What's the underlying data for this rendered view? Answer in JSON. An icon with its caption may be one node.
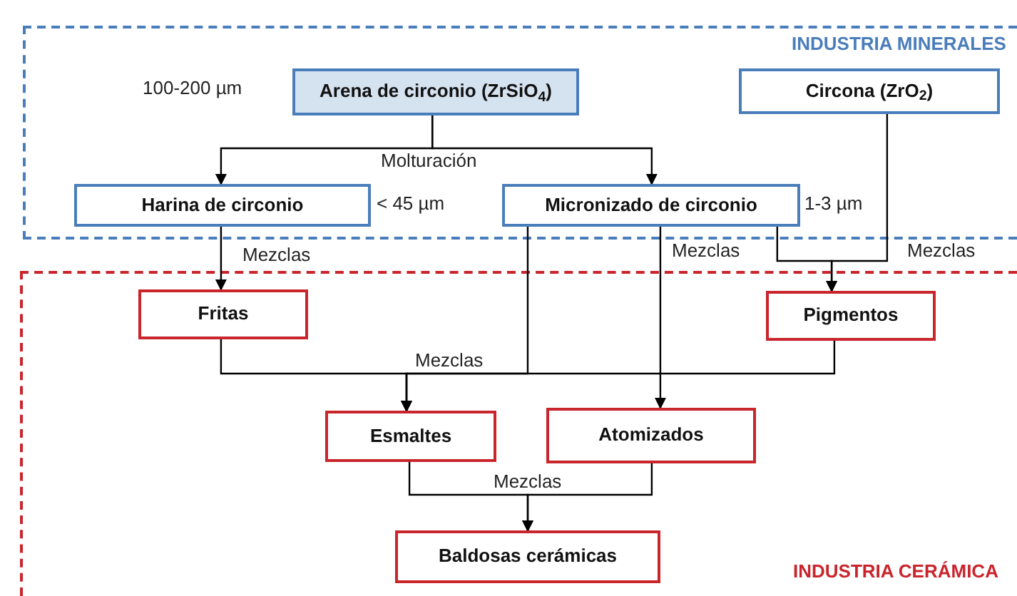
{
  "diagram": {
    "nodes": [
      {
        "text": [
          "INDUSTRIA MINERALES"
        ]
      },
      {
        "text": [
          "Arena de circonio (ZrSiO$_{4}$)"
        ],
        "in": 0,
        "beside": [
          "100-200 µm"
        ]
      },
      {
        "text": [
          "Circona (ZrO$_{2}$)"
        ],
        "in": 0
      },
      {
        "text": [
          "Harina de circonio"
        ],
        "in": 0,
        "beside": [
          "< 45 µm"
        ]
      },
      {
        "text": [
          "Micronizado de circonio"
        ],
        "in": 0,
        "beside": [
          "1-3 µm"
        ]
      },
      {
        "text": [
          "INDUSTRIA CERÁMICA"
        ]
      },
      {
        "text": [
          "Fritas"
        ],
        "in": 5
      },
      {
        "text": [
          "Pigmentos"
        ],
        "in": 5
      },
      {
        "text": [
          "Esmaltes"
        ],
        "in": 5
      },
      {
        "text": [
          "Atomizados"
        ],
        "in": 5
      },
      {
        "text": [
          "Baldosas cerámicas"
        ],
        "in": 5
      }
    ],
    "edges": [
      {
        "from": 1,
        "to": 3,
        "arrow": "to",
        "label": "Molturación"
      },
      {
        "from": 1,
        "to": 4,
        "arrow": "to"
      },
      {
        "from": 3,
        "to": 6,
        "arrow": "to",
        "label": "Mezclas"
      },
      {
        "from": 4,
        "to": 7,
        "arrow": "to"
      },
      {
        "from": 2,
        "to": 7,
        "arrow": "to",
        "label": "Mezclas"
      },
      {
        "from": 4,
        "to": 9,
        "arrow": "to",
        "label": "Mezclas"
      },
      {
        "from": 6,
        "to": 8,
        "arrow": "to",
        "label": "Mezclas"
      },
      {
        "from": 4,
        "to": 8,
        "arrow": "to"
      },
      {
        "from": 7,
        "to": 8,
        "arrow": "to"
      },
      {
        "from": 8,
        "to": 10,
        "arrow": "to",
        "label": "Mezclas"
      },
      {
        "from": 9,
        "to": 10,
        "arrow": "to"
      }
    ]
  }
}
